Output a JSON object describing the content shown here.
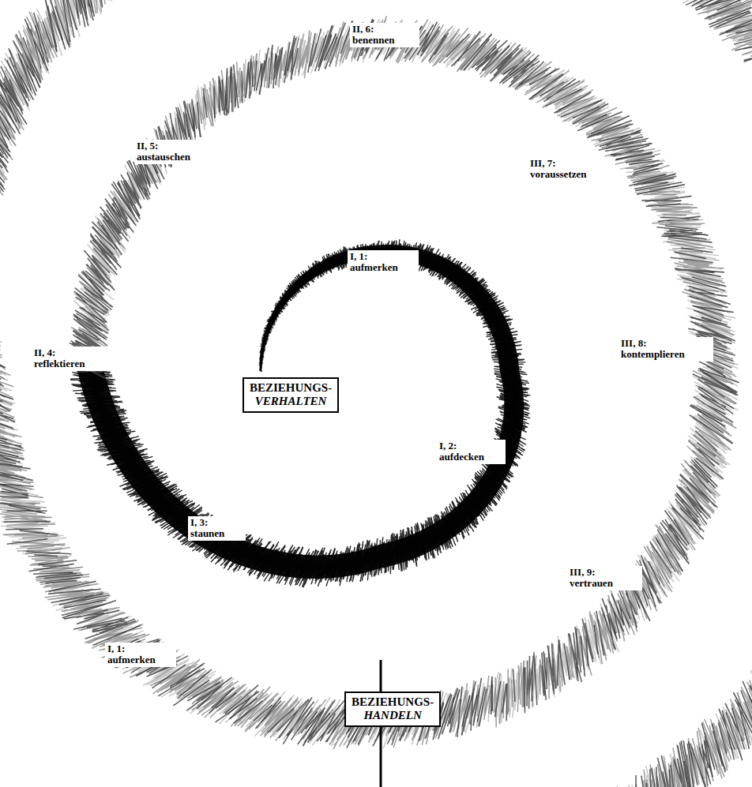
{
  "diagram": {
    "nodes": [
      {
        "text": [
          "BEZIEHUNGS-",
          "VERHALTEN"
        ]
      },
      {
        "text": [
          "BEZIEHUNGS-",
          "HANDELN"
        ]
      }
    ],
    "labels": [
      "I, 1: aufmerken",
      "I, 2: aufdecken",
      "I, 3: staunen",
      "II, 4: reflektieren",
      "II, 5: austauschen",
      "II, 6: benennen",
      "III, 7: voraussetzen",
      "III, 8: kontemplieren",
      "III, 9: vertrauen",
      "I, 1: aufmerken"
    ]
  }
}
